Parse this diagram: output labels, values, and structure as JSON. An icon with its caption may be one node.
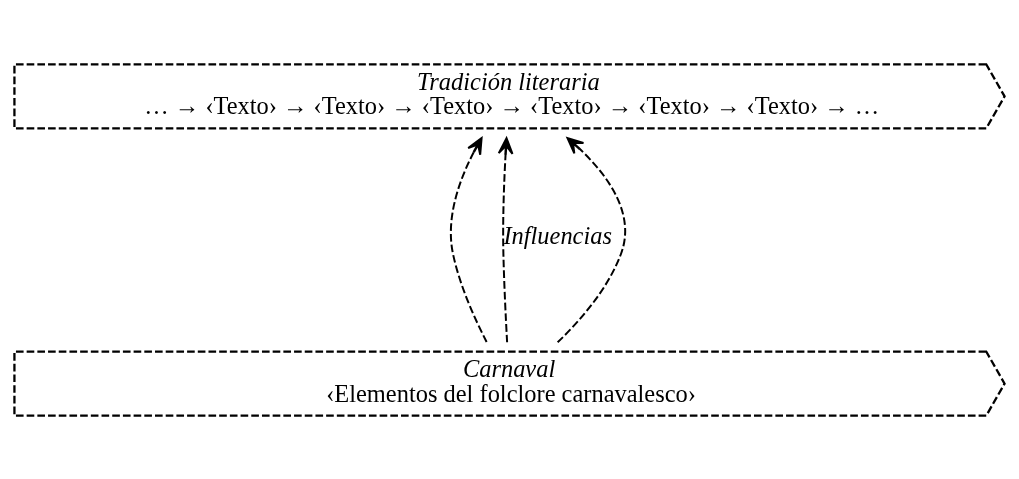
{
  "diagram": {
    "nodes": [
      {
        "text": [
          "Tradición literaria",
          "… → ‹Texto› → ‹Texto› → ‹Texto› → ‹Texto› → ‹Texto› → ‹Texto› → …"
        ]
      },
      {
        "text": [
          "Carnaval",
          "‹Elementos del folclore carnavalesco›"
        ]
      }
    ],
    "edges": [
      {
        "from": 1,
        "to": 0,
        "arrow": "to",
        "style": "dashed"
      },
      {
        "from": 1,
        "to": 0,
        "arrow": "to",
        "style": "dashed",
        "label": "Influencias"
      },
      {
        "from": 1,
        "to": 0,
        "arrow": "to",
        "style": "dashed"
      }
    ]
  }
}
